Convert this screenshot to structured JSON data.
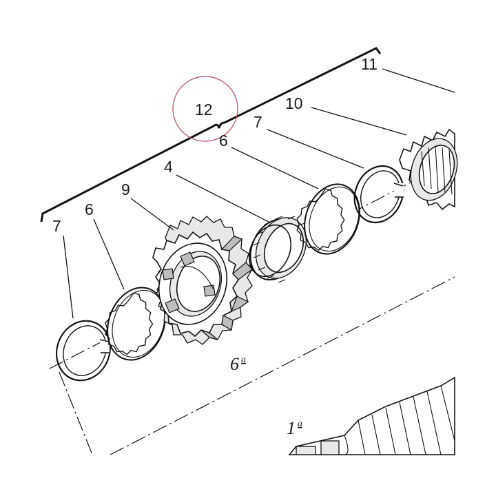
{
  "callouts": {
    "c11": "11",
    "c12": "12",
    "c10": "10",
    "c7_upper": "7",
    "c6_upper": "6",
    "c4": "4",
    "c9": "9",
    "c6_lower": "6",
    "c7_lower": "7"
  },
  "gear_labels": {
    "g6": {
      "main": "6",
      "sup": "a"
    },
    "g1": {
      "main": "1",
      "sup": "a"
    }
  },
  "colors": {
    "line": "#111111",
    "highlight_circle": "#b5485a",
    "background": "#ffffff"
  }
}
